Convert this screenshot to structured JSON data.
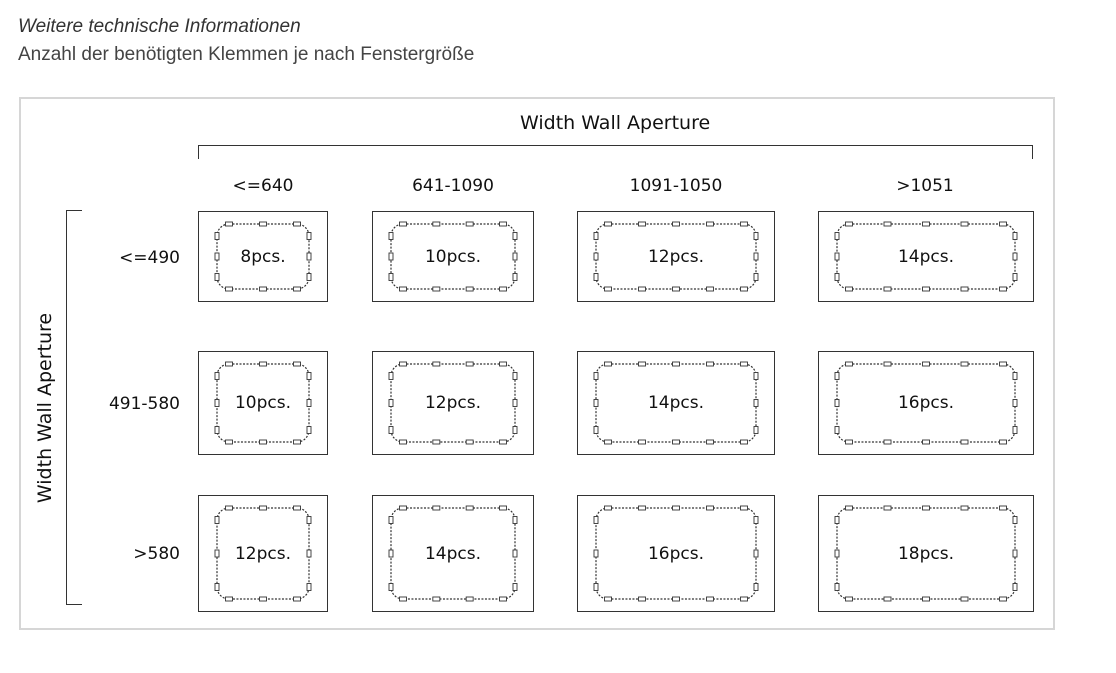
{
  "header": {
    "title": "Weitere technische Informationen",
    "subtitle": "Anzahl der benötigten Klemmen je nach Fenstergröße"
  },
  "table": {
    "column_axis_title": "Width Wall Aperture",
    "row_axis_title": "Width Wall Aperture",
    "columns": [
      "<=640",
      "641-1090",
      "1091-1050",
      ">1051"
    ],
    "rows": [
      {
        "label": "<=490",
        "cells": [
          "8pcs.",
          "10pcs.",
          "12pcs.",
          "14pcs."
        ]
      },
      {
        "label": "491-580",
        "cells": [
          "10pcs.",
          "12pcs.",
          "14pcs.",
          "16pcs."
        ]
      },
      {
        "label": ">580",
        "cells": [
          "12pcs.",
          "14pcs.",
          "16pcs.",
          "18pcs."
        ]
      }
    ]
  },
  "colors": {
    "line": "#333333",
    "frame": "#d6d6d6"
  }
}
